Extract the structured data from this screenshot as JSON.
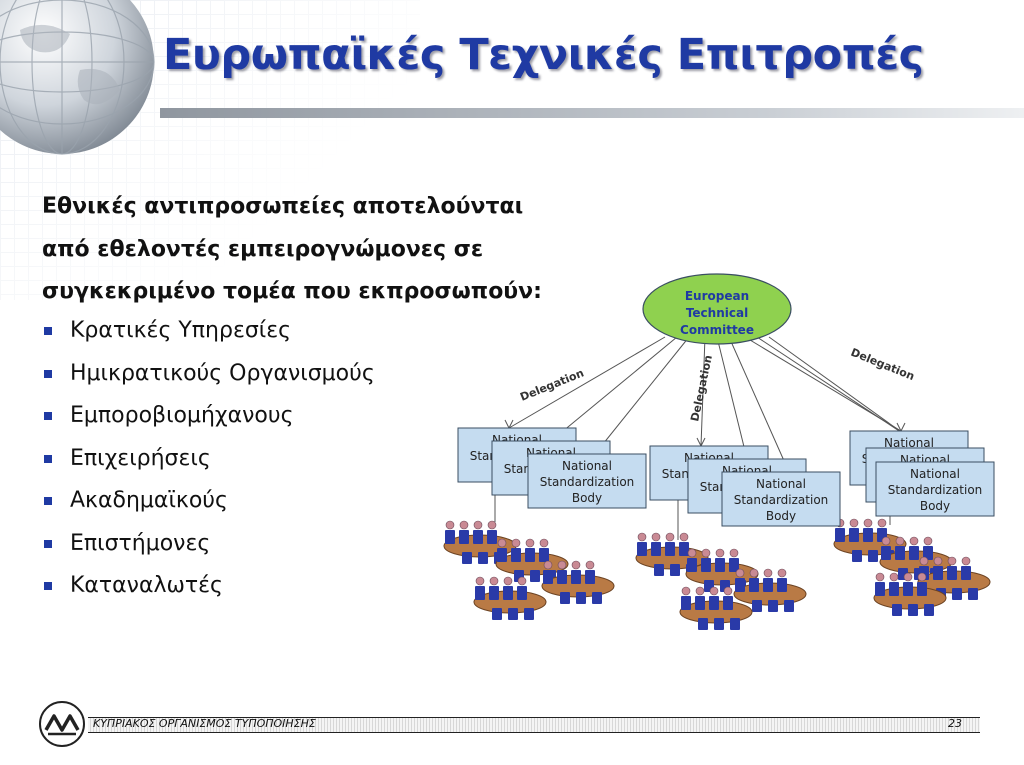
{
  "title": "Ευρωπαϊκές Τεχνικές Επιτροπές",
  "intro": {
    "line1": "Εθνικές αντιπροσωπείες αποτελούνται",
    "line2": "από  εθελοντές εμπειρογνώμονες σε",
    "line3": "συγκεκριμένο τομέα που εκπροσωπούν:"
  },
  "bullets": [
    "Κρατικές Υπηρεσίες",
    "Ημικρατικούς Οργανισμούς",
    "Εμποροβιομήχανους",
    "Επιχειρήσεις",
    "Ακαδημαϊκούς",
    "Επιστήμονες",
    "Καταναλωτές"
  ],
  "diagram": {
    "committee": [
      "European",
      "Technical",
      "Committee"
    ],
    "delegation_label": "Delegation",
    "nsb_lines": [
      "National",
      "Standardization",
      "Body"
    ],
    "colors": {
      "ellipse_fill": "#8fd14f",
      "ellipse_text": "#1f3aa3",
      "box_fill": "#c5dcf0",
      "box_border": "#3a4e62",
      "table": "#b97a45",
      "chair": "#2a3aa8",
      "person": "#c98a94"
    }
  },
  "footer": {
    "org": "ΚΥΠΡΙΑΚΟΣ ΟΡΓΑΝΙΣΜΟΣ ΤΥΠΟΠΟΙΗΣΗΣ",
    "page": "23"
  },
  "colors": {
    "title": "#1f3aa3",
    "bullet": "#1f3aa3"
  }
}
